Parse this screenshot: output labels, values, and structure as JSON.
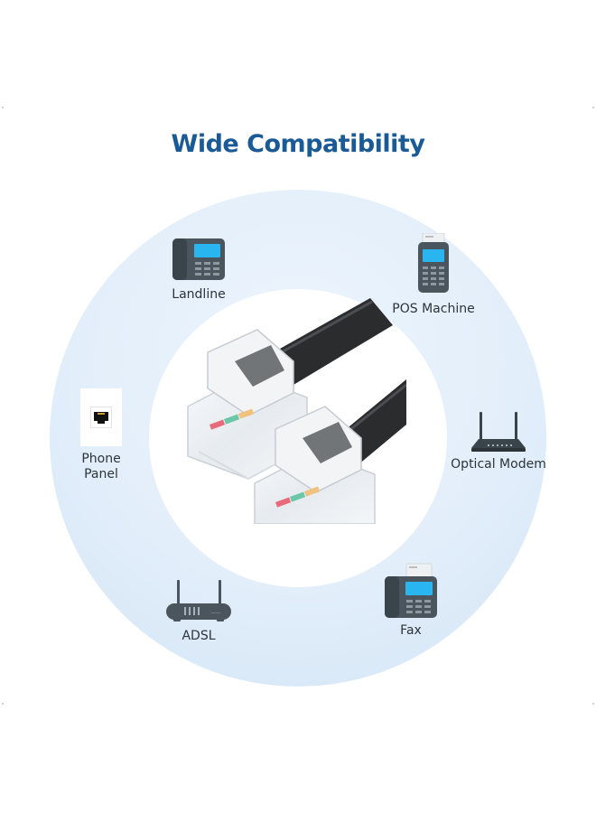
{
  "header": {
    "title": "Wide Compatibility"
  },
  "colors": {
    "title": "#1a5a96",
    "circle_fill": "#dceaf8",
    "device_body": "#4a555d",
    "device_screen": "#29b6f0",
    "label_text": "#2d3439"
  },
  "center_product": {
    "name": "RJ11 telephone cable connectors",
    "icon": "rj11-connector-icon"
  },
  "devices": [
    {
      "label": "Landline",
      "icon": "landline-phone-icon"
    },
    {
      "label": "POS Machine",
      "icon": "pos-machine-icon"
    },
    {
      "label": "Phone Panel",
      "label_line1": "Phone",
      "label_line2": "Panel",
      "icon": "phone-jack-panel-icon"
    },
    {
      "label": "Optical Modem",
      "icon": "router-icon"
    },
    {
      "label": "ADSL",
      "icon": "adsl-modem-icon"
    },
    {
      "label": "Fax",
      "icon": "fax-machine-icon"
    }
  ]
}
